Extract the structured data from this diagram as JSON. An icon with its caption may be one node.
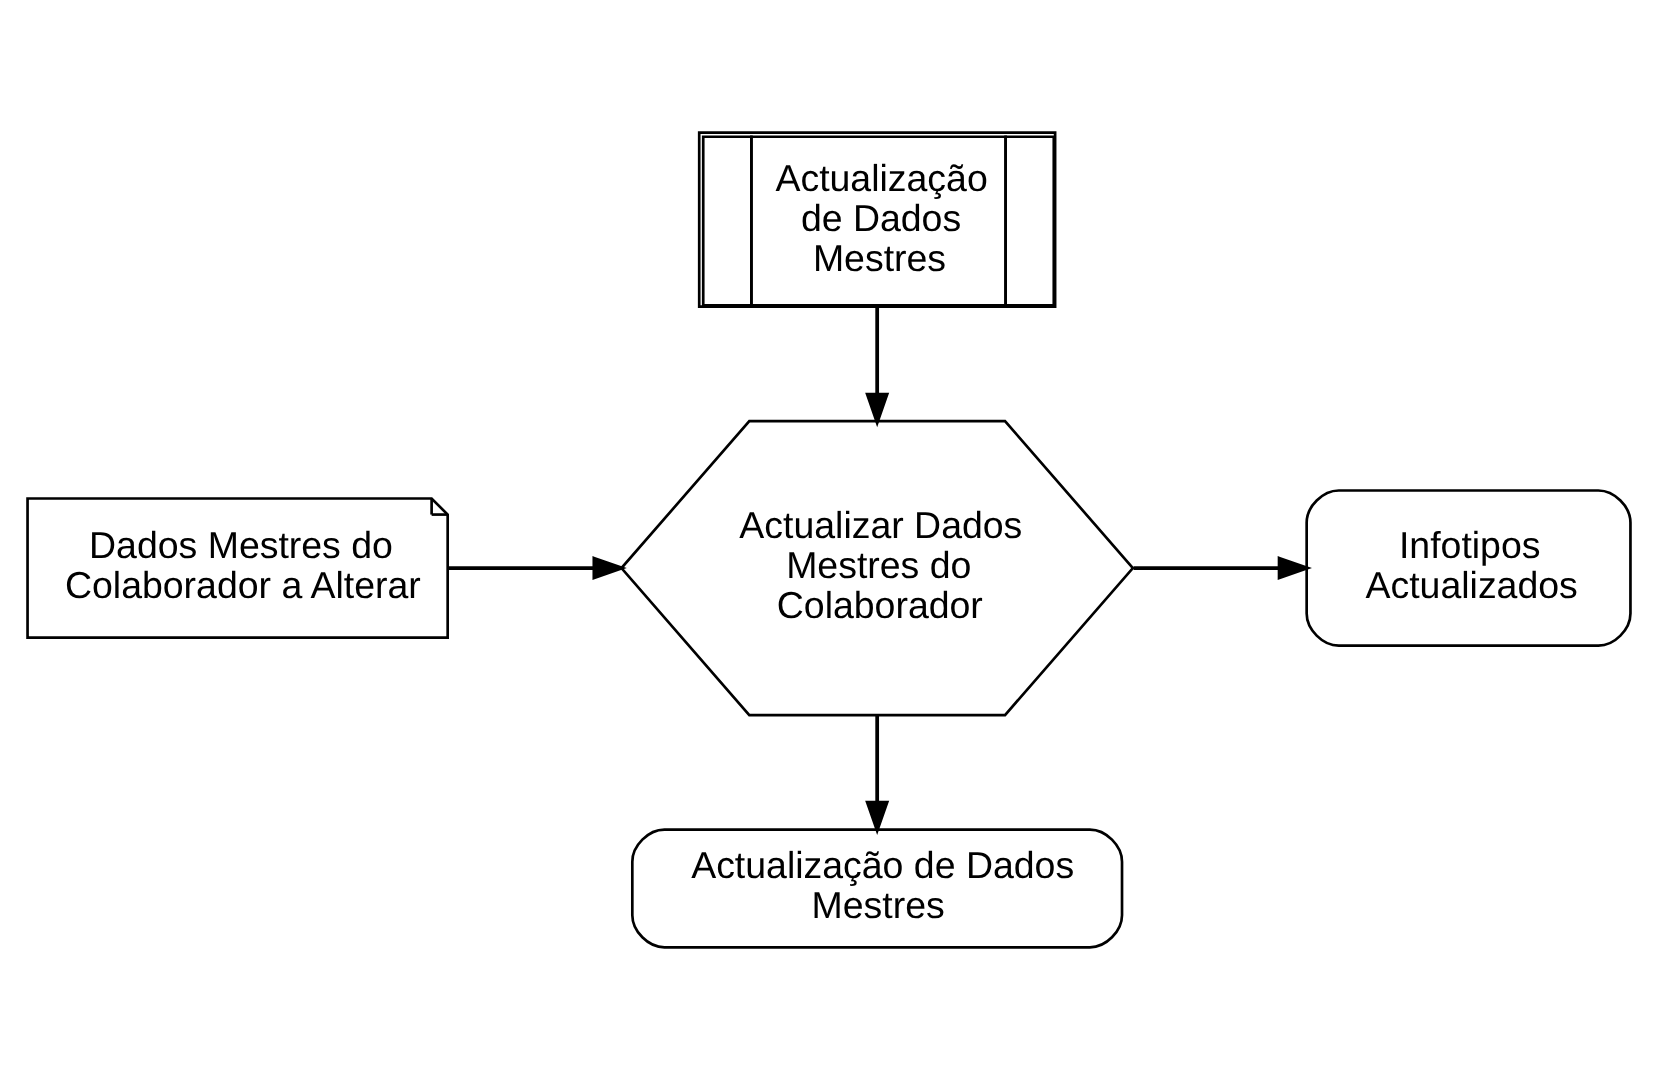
{
  "diagram": {
    "nodes": [
      {
        "text": [
          "Actualização de Dados Mestres"
        ]
      },
      {
        "text": [
          "Dados Mestres do Colaborador a Alterar"
        ]
      },
      {
        "text": [
          "Actualizar Dados Mestres do Colaborador"
        ]
      },
      {
        "text": [
          "Infotipos Actualizados"
        ]
      },
      {
        "text": [
          "Actualização de Dados Mestres"
        ]
      }
    ],
    "edges": [
      {
        "from": 0,
        "to": 2,
        "arrow": "to"
      },
      {
        "from": 1,
        "to": 2,
        "arrow": "to"
      },
      {
        "from": 2,
        "to": 3,
        "arrow": "to"
      },
      {
        "from": 2,
        "to": 4,
        "arrow": "to"
      }
    ]
  }
}
